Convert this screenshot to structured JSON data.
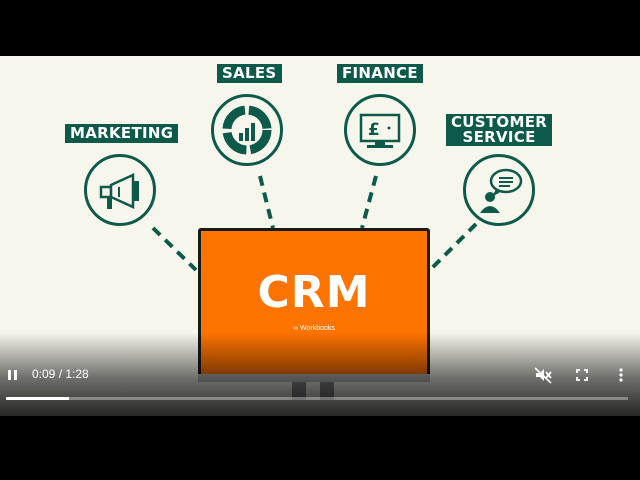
{
  "video": {
    "labels": {
      "marketing": "MARKETING",
      "sales": "SALES",
      "finance": "FINANCE",
      "customer_service_line1": "CUSTOMER",
      "customer_service_line2": "SERVICE"
    },
    "screen_title": "CRM",
    "brand": "Workbooks",
    "finance_symbol": "£"
  },
  "controls": {
    "time_display": "0:09 / 1:28",
    "progress_fraction": 0.102
  },
  "colors": {
    "teal": "#0d5a4b",
    "orange": "#ff7300",
    "background": "#f6f6ec"
  }
}
